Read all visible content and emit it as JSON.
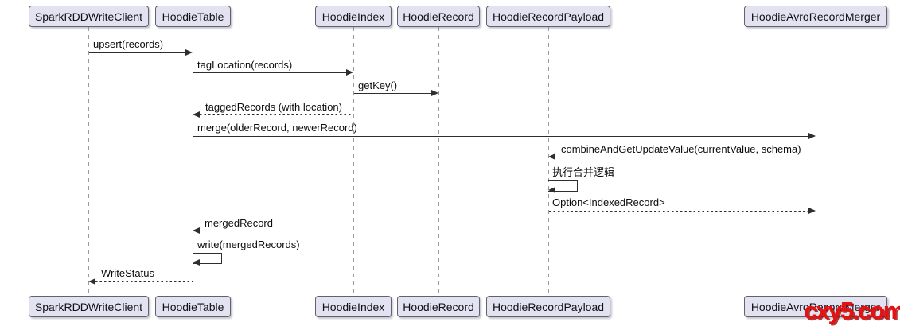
{
  "diagram": {
    "title": "Hudi record merge sequence diagram",
    "participants": [
      {
        "label": "SparkRDDWriteClient"
      },
      {
        "label": "HoodieTable"
      },
      {
        "label": "HoodieIndex"
      },
      {
        "label": "HoodieRecord"
      },
      {
        "label": "HoodieRecordPayload"
      },
      {
        "label": "HoodieAvroRecordMerger"
      }
    ],
    "messages": [
      {
        "text": "upsert(records)",
        "from": "SparkRDDWriteClient",
        "to": "HoodieTable",
        "style": "solid"
      },
      {
        "text": "tagLocation(records)",
        "from": "HoodieTable",
        "to": "HoodieIndex",
        "style": "solid"
      },
      {
        "text": "getKey()",
        "from": "HoodieIndex",
        "to": "HoodieRecord",
        "style": "solid"
      },
      {
        "text": "taggedRecords (with location)",
        "from": "HoodieIndex",
        "to": "HoodieTable",
        "style": "dashed"
      },
      {
        "text": "merge(olderRecord, newerRecord)",
        "from": "HoodieTable",
        "to": "HoodieAvroRecordMerger",
        "style": "solid"
      },
      {
        "text": "combineAndGetUpdateValue(currentValue, schema)",
        "from": "HoodieAvroRecordMerger",
        "to": "HoodieRecordPayload",
        "style": "solid"
      },
      {
        "text": "执行合并逻辑",
        "from": "HoodieRecordPayload",
        "to": "HoodieRecordPayload",
        "style": "self"
      },
      {
        "text": "Option<IndexedRecord>",
        "from": "HoodieRecordPayload",
        "to": "HoodieAvroRecordMerger",
        "style": "dashed"
      },
      {
        "text": "mergedRecord",
        "from": "HoodieAvroRecordMerger",
        "to": "HoodieTable",
        "style": "dashed"
      },
      {
        "text": "write(mergedRecords)",
        "from": "HoodieTable",
        "to": "HoodieTable",
        "style": "self"
      },
      {
        "text": "WriteStatus",
        "from": "HoodieTable",
        "to": "SparkRDDWriteClient",
        "style": "dashed"
      }
    ],
    "colors": {
      "participant_fill": "#E2E2F0",
      "participant_border": "#62626e",
      "arrow": "#2e2e2e",
      "lifeline": "#9a9a9a",
      "watermark": "#e51212"
    },
    "watermark": {
      "text": "cxy5.com"
    }
  }
}
